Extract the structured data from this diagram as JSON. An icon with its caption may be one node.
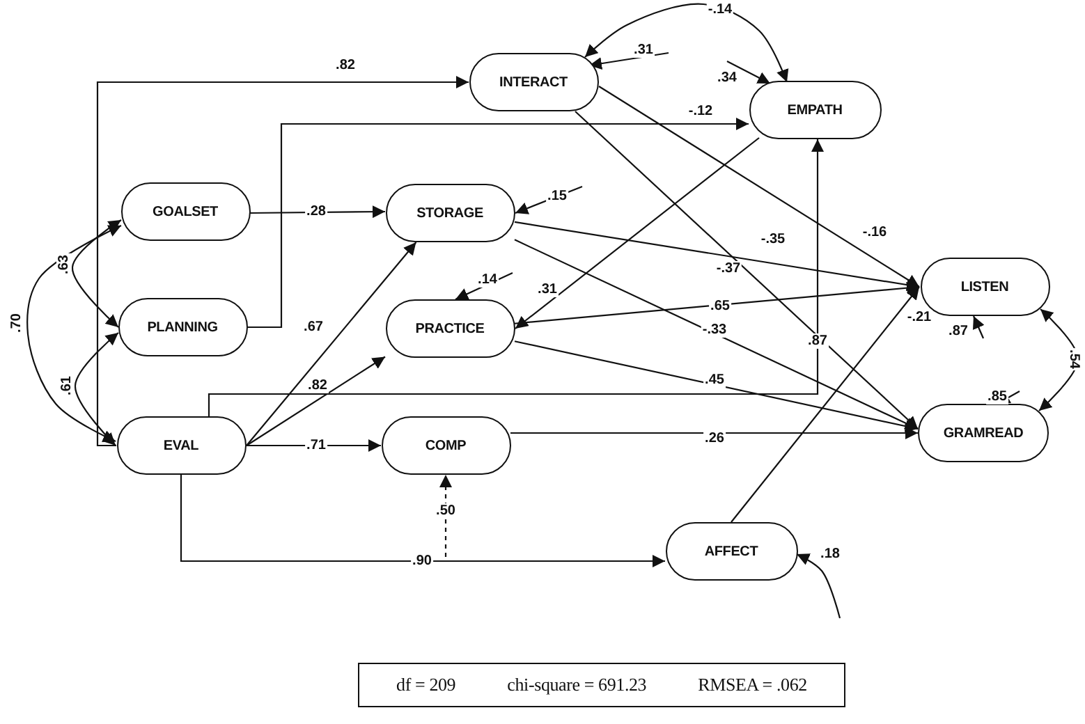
{
  "diagram": {
    "nodes": [
      {
        "text": [
          "INTERACT"
        ]
      },
      {
        "text": [
          "EMPATH"
        ]
      },
      {
        "text": [
          "GOALSET"
        ]
      },
      {
        "text": [
          "STORAGE"
        ]
      },
      {
        "text": [
          "PLANNING"
        ]
      },
      {
        "text": [
          "PRACTICE"
        ]
      },
      {
        "text": [
          "LISTEN"
        ]
      },
      {
        "text": [
          "EVAL"
        ]
      },
      {
        "text": [
          "COMP"
        ]
      },
      {
        "text": [
          "GRAMREAD"
        ]
      },
      {
        "text": [
          "AFFECT"
        ]
      },
      {
        "text": [
          "df = 209",
          "chi-square = 691.23",
          "RMSEA = .062"
        ]
      }
    ],
    "edges": [
      {
        "from": 7,
        "to": 0,
        "arrow": "to",
        "label": ".82"
      },
      {
        "from": 4,
        "to": 1,
        "arrow": "to",
        "label": "-.12"
      },
      {
        "from": 2,
        "to": 3,
        "arrow": "to",
        "label": ".28"
      },
      {
        "from": 7,
        "to": 3,
        "arrow": "to",
        "label": ".67"
      },
      {
        "from": 7,
        "to": 5,
        "arrow": "to",
        "label": ".82"
      },
      {
        "from": 7,
        "to": 8,
        "arrow": "to",
        "label": ".71"
      },
      {
        "from": 7,
        "to": 10,
        "arrow": "to",
        "label": ".90"
      },
      {
        "from": 7,
        "to": 1,
        "arrow": "to",
        "label": ".87"
      },
      {
        "from": 0,
        "to": 6,
        "arrow": "to",
        "label": "-.16"
      },
      {
        "from": 0,
        "to": 9,
        "arrow": "to",
        "label": "-.37"
      },
      {
        "from": 3,
        "to": 6,
        "arrow": "to",
        "label": "-.35"
      },
      {
        "from": 3,
        "to": 9,
        "arrow": "to",
        "label": "-.33"
      },
      {
        "from": 5,
        "to": 6,
        "arrow": "to",
        "label": ".65"
      },
      {
        "from": 5,
        "to": 9,
        "arrow": "to",
        "label": ".45"
      },
      {
        "from": 8,
        "to": 9,
        "arrow": "to",
        "label": ".26"
      },
      {
        "from": 10,
        "to": 6,
        "arrow": "to",
        "label": "-.21"
      },
      {
        "from": 1,
        "to": 5,
        "arrow": "to",
        "label": ".31"
      },
      {
        "from": 2,
        "to": 4,
        "arrow": "both",
        "label": ".63"
      },
      {
        "from": 2,
        "to": 7,
        "arrow": "both",
        "label": ".70"
      },
      {
        "from": 4,
        "to": 7,
        "arrow": "both",
        "label": ".61"
      },
      {
        "from": 0,
        "to": 1,
        "arrow": "both",
        "label": "-.14"
      },
      {
        "from": 6,
        "to": 9,
        "arrow": "both",
        "label": ".54"
      },
      {
        "from": null,
        "to": 0,
        "arrow": "to",
        "label": ".31"
      },
      {
        "from": null,
        "to": 1,
        "arrow": "to",
        "label": ".34"
      },
      {
        "from": null,
        "to": 3,
        "arrow": "to",
        "label": ".15"
      },
      {
        "from": null,
        "to": 5,
        "arrow": "to",
        "label": ".14"
      },
      {
        "from": null,
        "to": 8,
        "arrow": "to",
        "label": ".50",
        "style": "dashed"
      },
      {
        "from": null,
        "to": 10,
        "arrow": "to",
        "label": ".18"
      },
      {
        "from": null,
        "to": 6,
        "arrow": "to",
        "label": ".87"
      },
      {
        "from": null,
        "to": 9,
        "arrow": "to",
        "label": ".85"
      }
    ]
  }
}
